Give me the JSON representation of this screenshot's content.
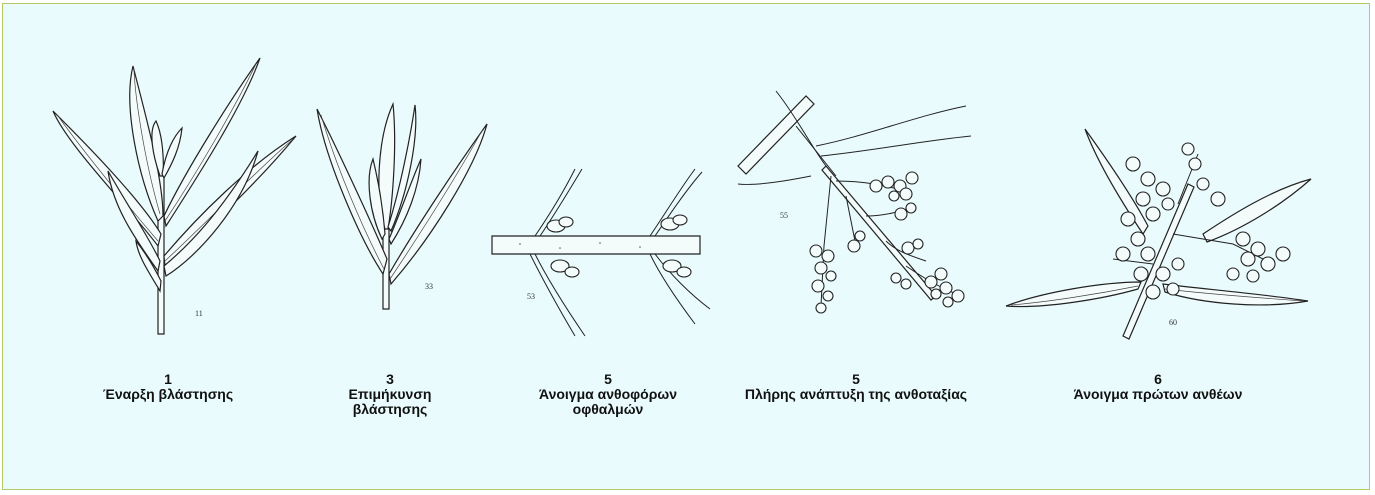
{
  "stages": [
    {
      "number": "1",
      "title": "Έναρξη βλάστησης",
      "plate": "11",
      "icon": "olive-shoot-budbreak"
    },
    {
      "number": "3",
      "title": "Επιμήκυνση βλάστησης",
      "plate": "33",
      "icon": "olive-shoot-elongation"
    },
    {
      "number": "5",
      "title": "Άνοιγμα ανθοφόρων οφθαλμών",
      "plate": "53",
      "icon": "olive-flower-bud-opening"
    },
    {
      "number": "5",
      "title": "Πλήρης ανάπτυξη της ανθοταξίας",
      "plate": "55",
      "icon": "olive-inflorescence"
    },
    {
      "number": "6",
      "title": "Άνοιγμα πρώτων ανθέων",
      "plate": "60",
      "icon": "olive-first-flowers"
    }
  ]
}
